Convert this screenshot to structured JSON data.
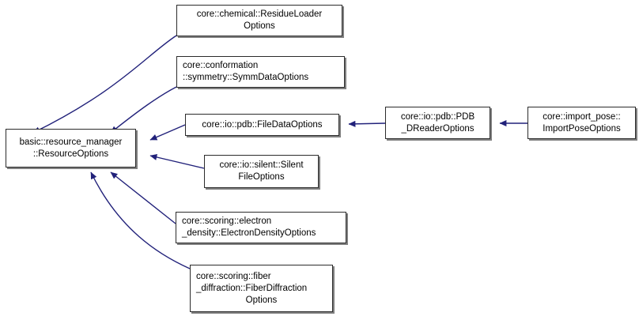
{
  "diagram": {
    "type": "inheritance-graph",
    "edge_color": "#21217a",
    "node_border_color": "#2b2b2b",
    "node_fill_color": "#ffffff",
    "nodes": [
      {
        "id": "resource-options",
        "name": "basic::resource_manager::ResourceOptions",
        "lines": [
          "basic::resource_manager",
          "::ResourceOptions"
        ],
        "align": "center"
      },
      {
        "id": "residue-loader-options",
        "name": "core::chemical::ResidueLoaderOptions",
        "lines": [
          "core::chemical::ResidueLoader",
          "Options"
        ],
        "align": "center"
      },
      {
        "id": "symm-data-options",
        "name": "core::conformation::symmetry::SymmDataOptions",
        "lines": [
          "core::conformation",
          "::symmetry::SymmDataOptions"
        ],
        "align": "left"
      },
      {
        "id": "file-data-options",
        "name": "core::io::pdb::FileDataOptions",
        "lines": [
          "core::io::pdb::FileDataOptions"
        ],
        "align": "center"
      },
      {
        "id": "silent-file-options",
        "name": "core::io::silent::SilentFileOptions",
        "lines": [
          "core::io::silent::Silent",
          "FileOptions"
        ],
        "align": "center"
      },
      {
        "id": "electron-density-options",
        "name": "core::scoring::electron_density::ElectronDensityOptions",
        "lines": [
          "core::scoring::electron",
          "_density::ElectronDensityOptions"
        ],
        "align": "left"
      },
      {
        "id": "fiber-diffraction-options",
        "name": "core::scoring::fiber_diffraction::FiberDiffractionOptions",
        "lines": [
          "core::scoring::fiber",
          "_diffraction::FiberDiffraction",
          "Options"
        ],
        "align": "left"
      },
      {
        "id": "pdb-reader-options",
        "name": "core::io::pdb::PDB_DReaderOptions",
        "lines": [
          "core::io::pdb::PDB",
          "_DReaderOptions"
        ],
        "align": "center"
      },
      {
        "id": "import-pose-options",
        "name": "core::import_pose::ImportPoseOptions",
        "lines": [
          "core::import_pose::",
          "ImportPoseOptions"
        ],
        "align": "center"
      }
    ],
    "edges": [
      {
        "from": "residue-loader-options",
        "to": "resource-options"
      },
      {
        "from": "symm-data-options",
        "to": "resource-options"
      },
      {
        "from": "file-data-options",
        "to": "resource-options"
      },
      {
        "from": "silent-file-options",
        "to": "resource-options"
      },
      {
        "from": "electron-density-options",
        "to": "resource-options"
      },
      {
        "from": "fiber-diffraction-options",
        "to": "resource-options"
      },
      {
        "from": "pdb-reader-options",
        "to": "file-data-options"
      },
      {
        "from": "import-pose-options",
        "to": "pdb-reader-options"
      }
    ]
  }
}
